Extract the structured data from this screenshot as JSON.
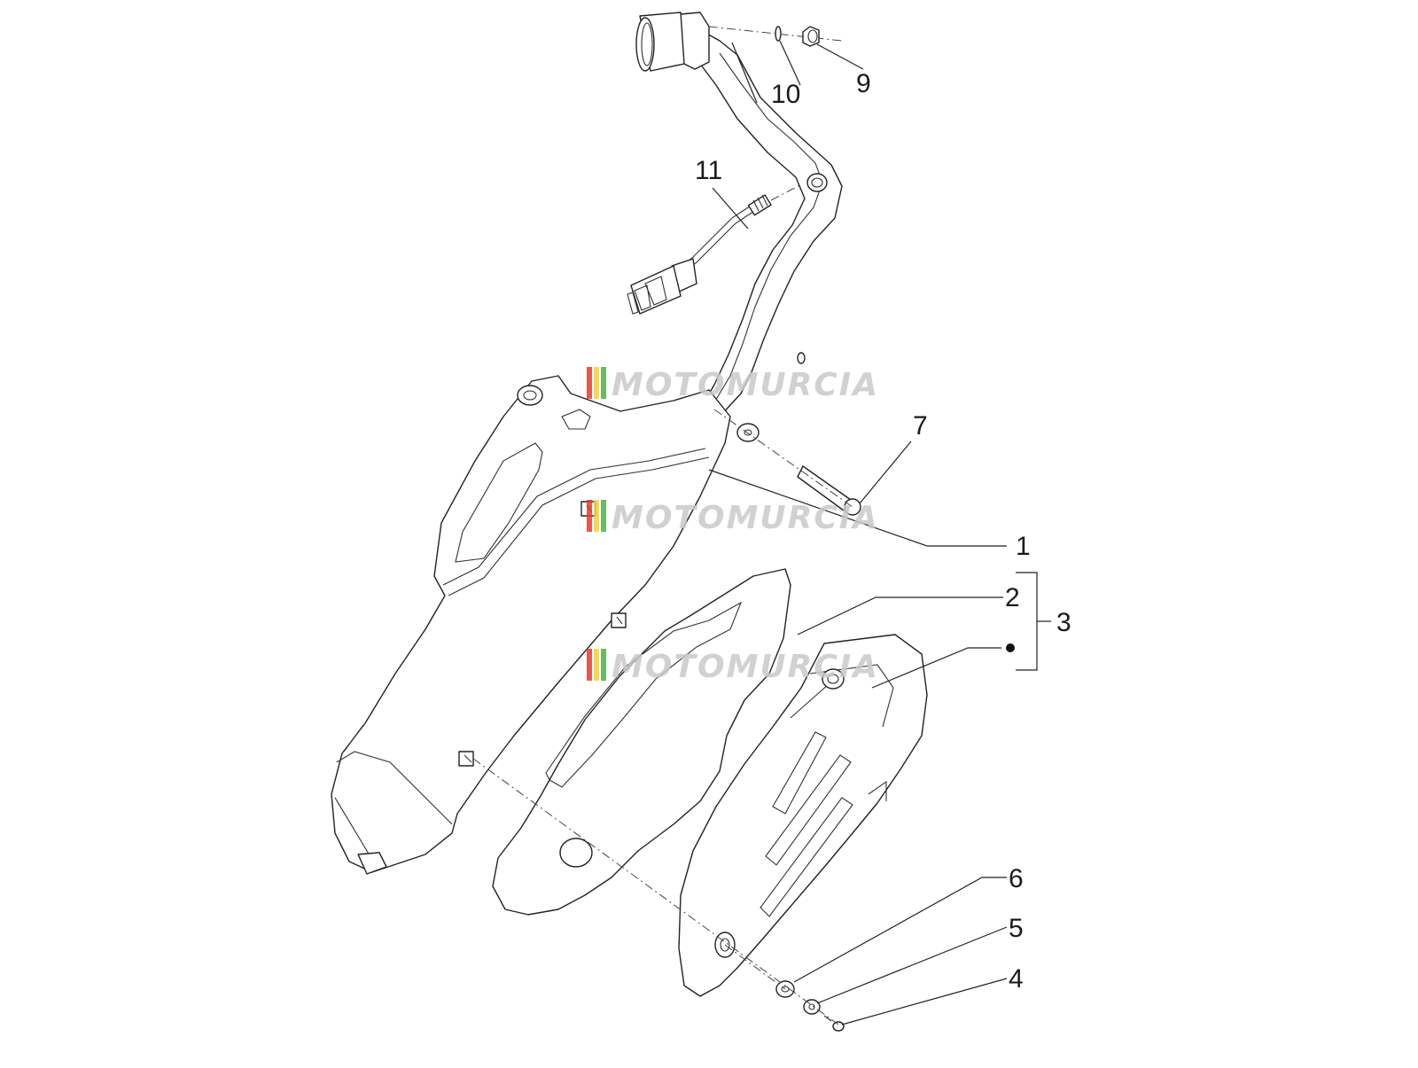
{
  "diagram": {
    "callouts": {
      "c1": "1",
      "c2": "2",
      "c3": "3",
      "c4": "4",
      "c5": "5",
      "c6": "6",
      "c7": "7",
      "c9": "9",
      "c10": "10",
      "c11": "11"
    },
    "watermark": "MOTOMURCIA",
    "colors": {
      "line": "#222222",
      "watermark_text": "#c9c9c9",
      "watermark_stripes": [
        "#e23b2e",
        "#f3d23a",
        "#4caf50"
      ]
    }
  }
}
